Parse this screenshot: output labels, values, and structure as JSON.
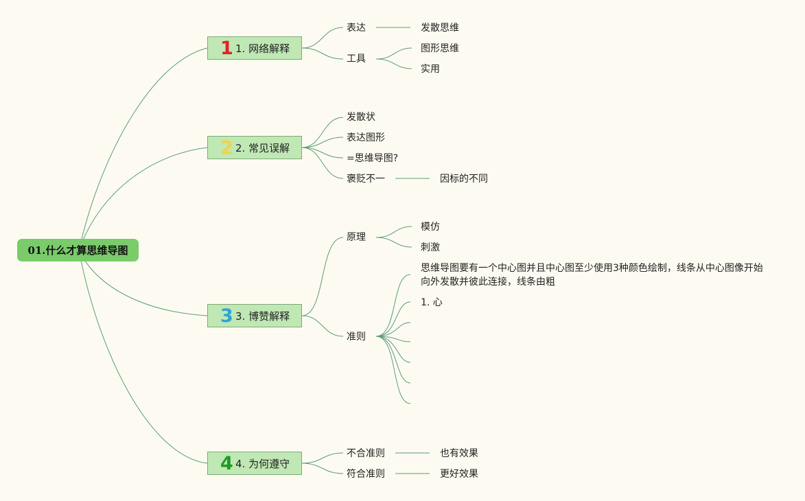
{
  "root": {
    "label": "01.什么才算思维导图"
  },
  "branches": [
    {
      "number": "1",
      "number_color": "#e0202a",
      "label": "1. 网络解释"
    },
    {
      "number": "2",
      "number_color": "#f2d24a",
      "label": "2. 常见误解"
    },
    {
      "number": "3",
      "number_color": "#2ea3dc",
      "label": "3. 博赞解释"
    },
    {
      "number": "4",
      "number_color": "#1f9a25",
      "label": "4. 为何遵守"
    }
  ],
  "b1": {
    "express": "表达",
    "express_child": "发散思维",
    "tool": "工具",
    "tool_children": [
      "图形思维",
      "实用"
    ]
  },
  "b2": {
    "items": [
      "发散状",
      "表达图形",
      "=思维导图?",
      "褒贬不一"
    ],
    "last_child": "因标的不同"
  },
  "b3": {
    "principle": "原理",
    "principle_children": [
      "模仿",
      "刺激"
    ],
    "rule": "准则",
    "rule_note": "思维导图要有一个中心图并且中心图至少使用3种颜色绘制，线条从中心图像开始向外发散并彼此连接，线条由粗",
    "rule_item1": "1. 心"
  },
  "b4": {
    "items": [
      "不合准则",
      "符合准则"
    ],
    "children": [
      "也有效果",
      "更好效果"
    ]
  },
  "colors": {
    "line": "#5d9a7a",
    "root_bg": "#7acb6a",
    "branch_bg": "#bfe8b4"
  }
}
